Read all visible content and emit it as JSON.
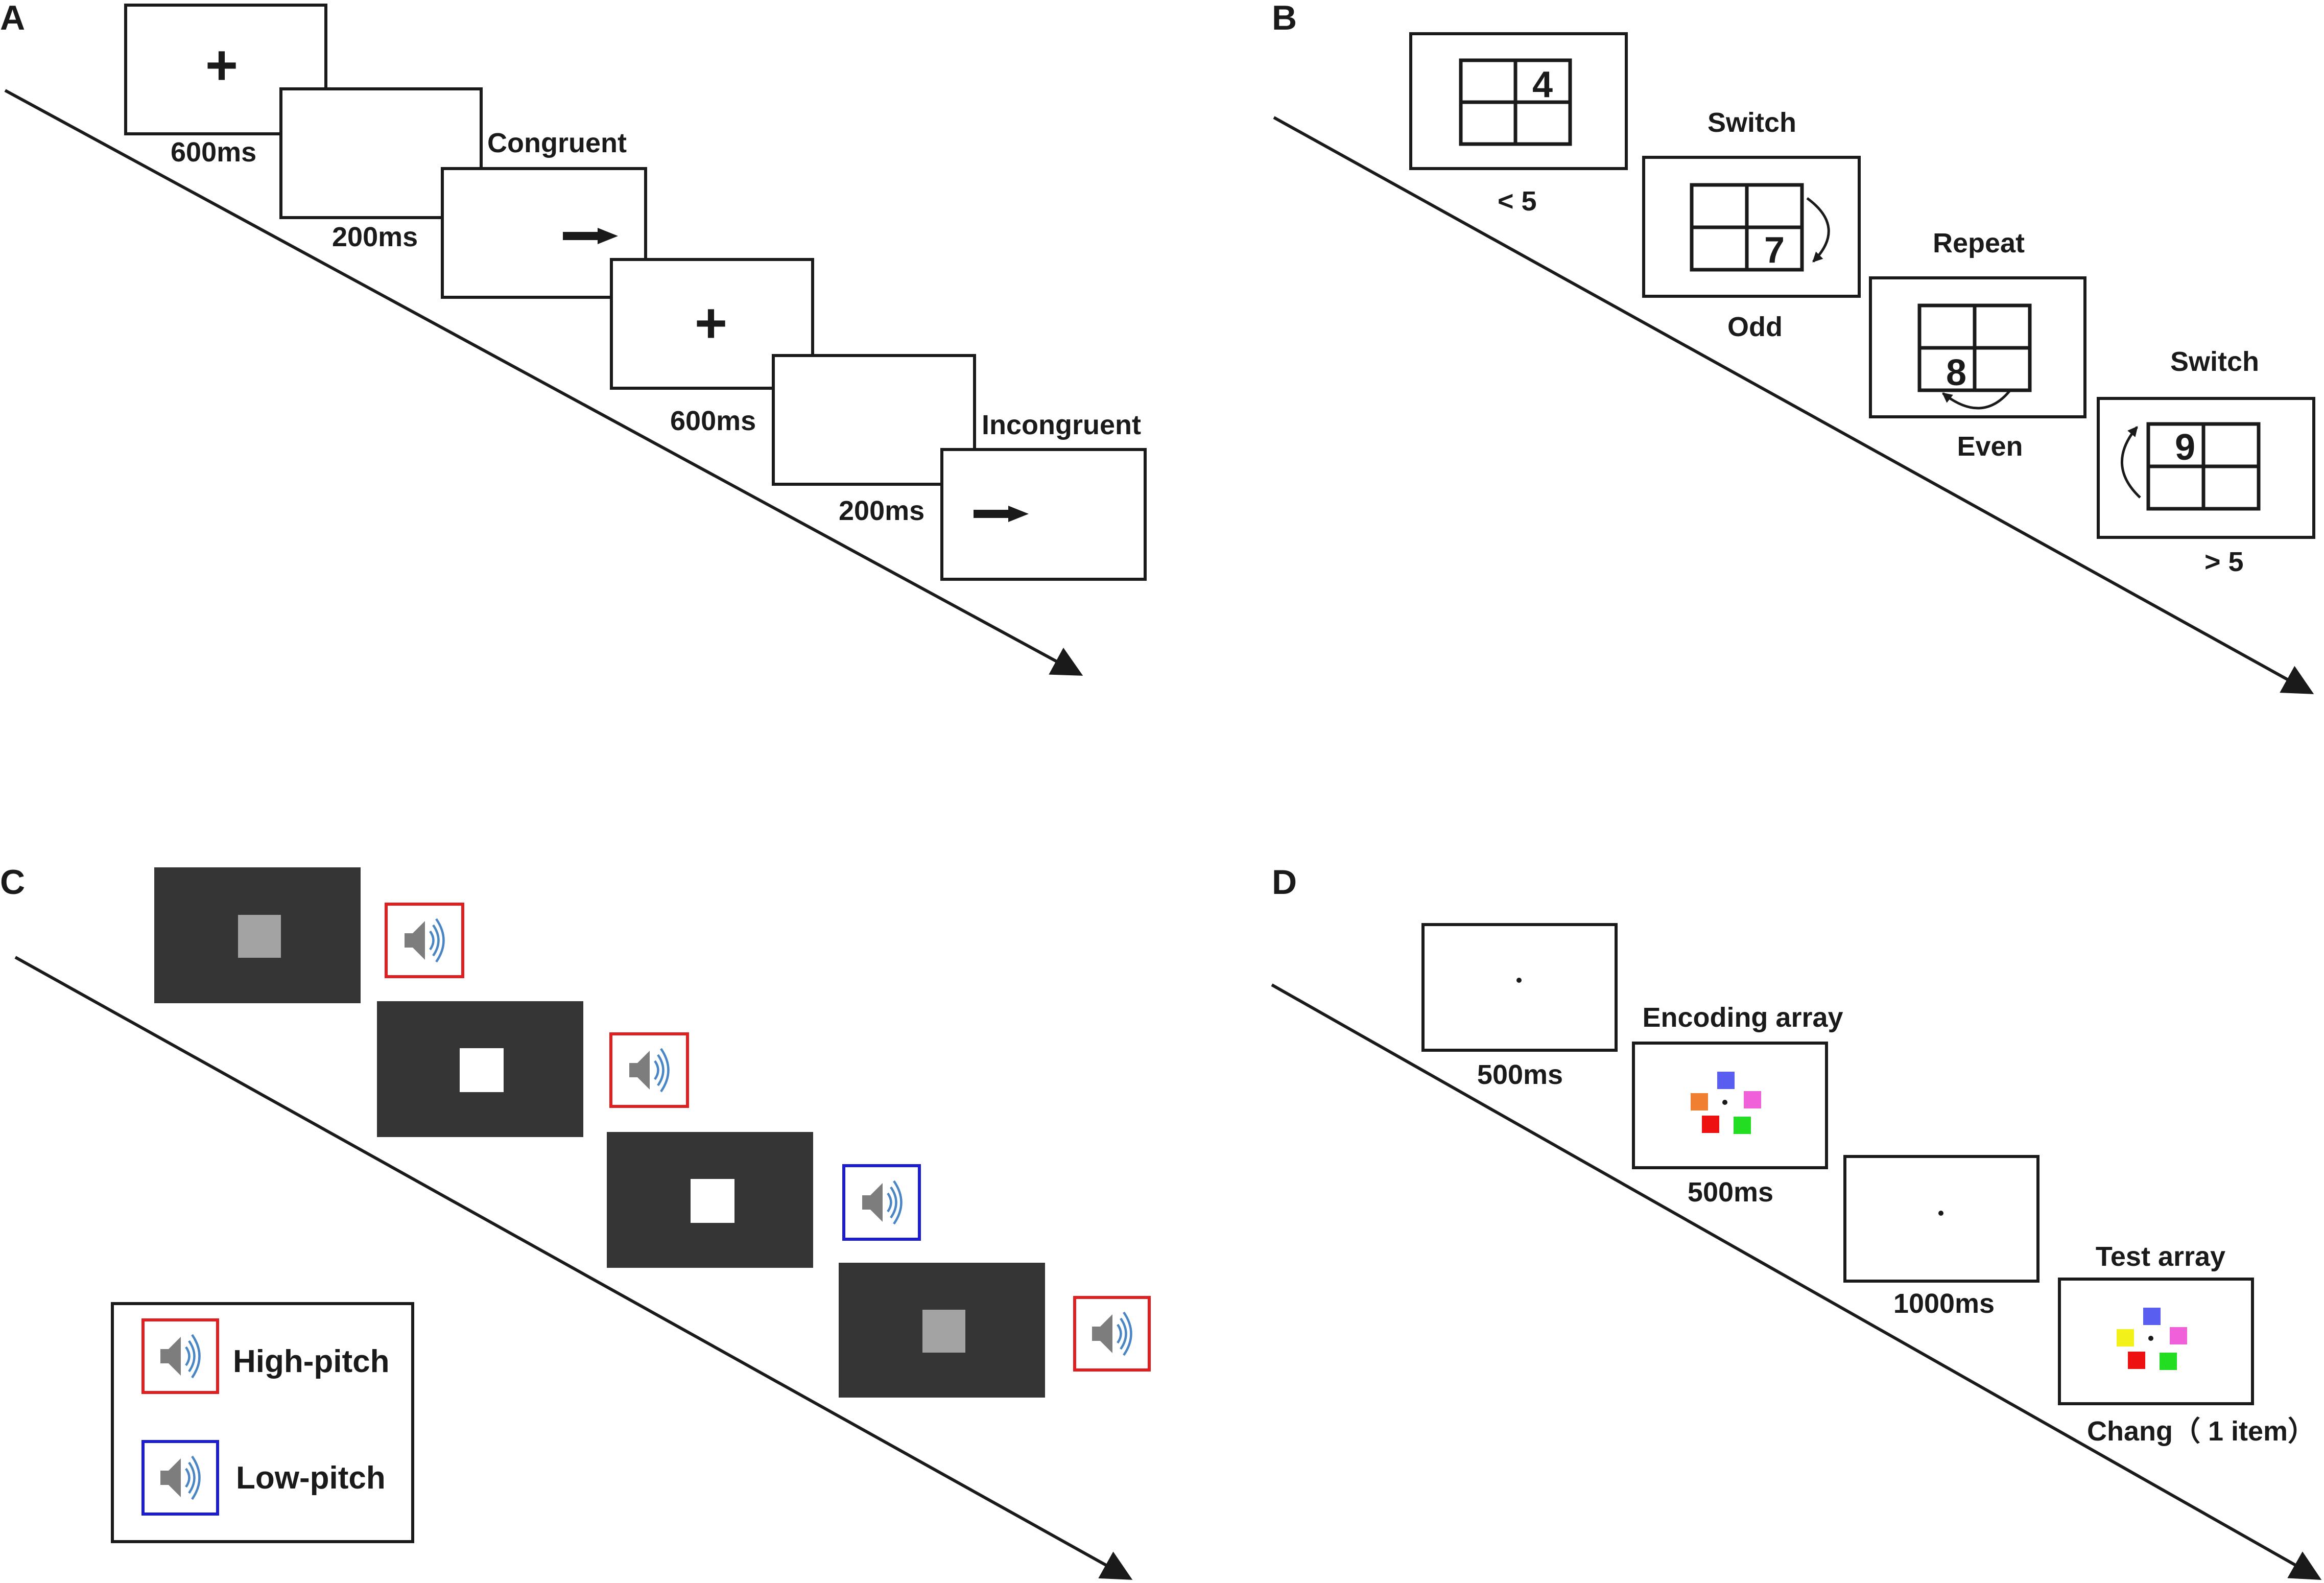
{
  "panels": {
    "a": {
      "letter": "A",
      "times": [
        "600ms",
        "200ms",
        "600ms",
        "200ms"
      ],
      "conditions": [
        "Congruent",
        "Incongruent"
      ],
      "fixation": "+"
    },
    "b": {
      "letter": "B",
      "digits": [
        "4",
        "7",
        "8",
        "9"
      ],
      "transitions": [
        "Switch",
        "Repeat",
        "Switch"
      ],
      "rules": [
        "< 5",
        "Odd",
        "Even",
        "> 5"
      ]
    },
    "c": {
      "letter": "C",
      "legend": {
        "high": "High-pitch",
        "low": "Low-pitch"
      },
      "icons": [
        "speaker-icon"
      ],
      "colors": {
        "screen": "#353535",
        "high_pitch_frame": "#e02020",
        "low_pitch_frame": "#1c1cd0",
        "square_gray": "#a3a3a3",
        "square_white": "#ffffff"
      }
    },
    "d": {
      "letter": "D",
      "times": [
        "500ms",
        "500ms",
        "1000ms"
      ],
      "arrays": {
        "encoding": "Encoding array",
        "test": "Test array",
        "test_note": "Chang（ 1 item）"
      },
      "colors": {
        "encoding": [
          "#5a5ef0",
          "#f07f32",
          "#f060d8",
          "#ee1111",
          "#22dd22"
        ],
        "test": [
          "#5a5ef0",
          "#f2f21a",
          "#f060d8",
          "#ee1111",
          "#22dd22"
        ]
      }
    }
  }
}
